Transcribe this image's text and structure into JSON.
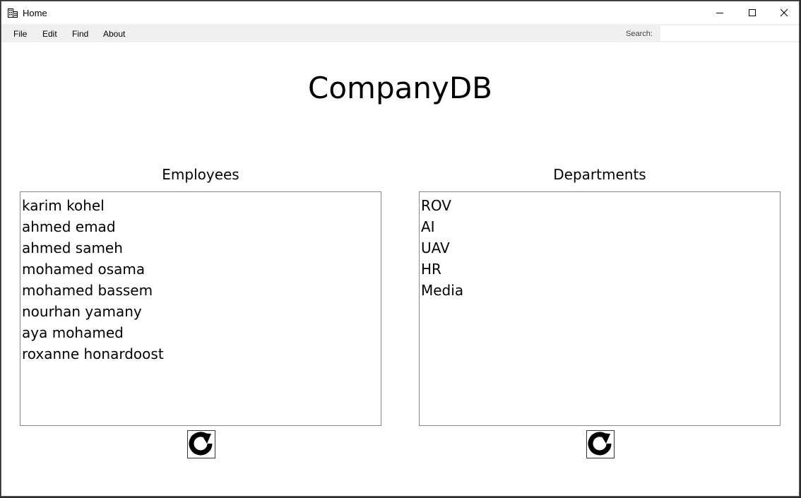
{
  "window": {
    "title": "Home"
  },
  "menu": {
    "file": "File",
    "edit": "Edit",
    "find": "Find",
    "about": "About",
    "search_label": "Search:",
    "search_value": ""
  },
  "app_title": "CompanyDB",
  "employees": {
    "heading": "Employees",
    "items": [
      "karim kohel",
      "ahmed emad",
      "ahmed sameh",
      "mohamed osama",
      "mohamed bassem",
      "nourhan yamany",
      "aya mohamed",
      "roxanne honardoost"
    ],
    "refresh_icon": "refresh-icon"
  },
  "departments": {
    "heading": "Departments",
    "items": [
      "ROV",
      "AI",
      "UAV",
      "HR",
      "Media"
    ],
    "refresh_icon": "refresh-icon"
  },
  "colors": {
    "menubar_bg": "#f0f0f0",
    "window_bg": "#ffffff",
    "listbox_border": "#828790"
  }
}
